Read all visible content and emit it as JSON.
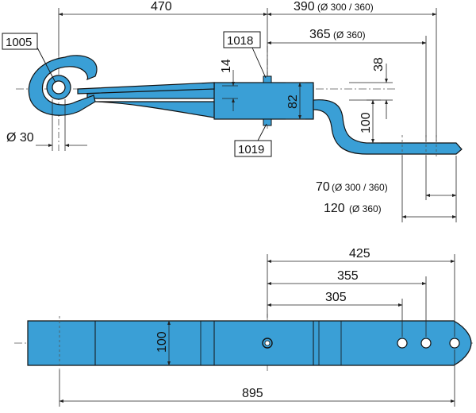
{
  "colors": {
    "part_fill": "#3a9fd6",
    "outline": "#111111",
    "dimension": "#222222",
    "center_line": "#555555",
    "background": "#ffffff"
  },
  "side_view": {
    "dimensions": {
      "length_eye_to_center": "470",
      "length_center_to_end": "390",
      "length_center_to_end_note": "(Ø 300 / 360)",
      "center_to_hole": "365",
      "center_to_hole_note": "(Ø 360)",
      "leaf_thickness": "14",
      "pack_height": "82",
      "offset_top": "38",
      "offset_drop": "100",
      "end_to_hole_a": "70",
      "end_to_hole_a_note": "(Ø 300 / 360)",
      "end_to_hole_b": "120",
      "end_to_hole_b_note": "(Ø 360)",
      "eye_diameter": "Ø 30"
    },
    "part_numbers": {
      "eye_bushing": "1005",
      "top_plate": "1018",
      "bottom_plate": "1019"
    }
  },
  "top_view": {
    "dimensions": {
      "center_to_hole_3": "425",
      "center_to_hole_2": "355",
      "center_to_hole_1": "305",
      "width": "100",
      "overall_length": "895"
    }
  }
}
